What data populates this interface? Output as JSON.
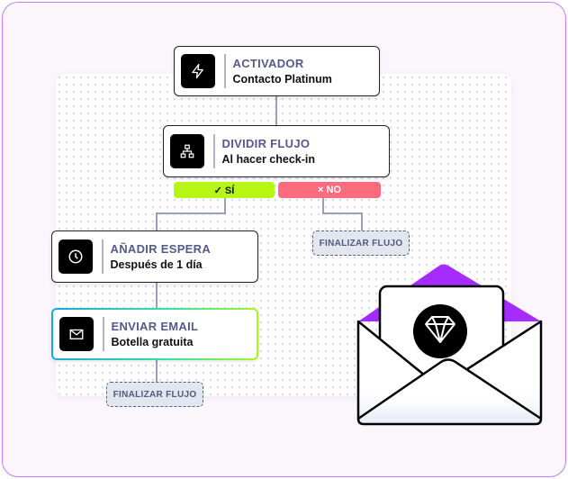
{
  "nodes": {
    "trigger": {
      "title": "ACTIVADOR",
      "subtitle": "Contacto Platinum",
      "icon": "lightning-icon"
    },
    "split": {
      "title": "DIVIDIR FLUJO",
      "subtitle": "Al hacer check-in",
      "icon": "hierarchy-icon"
    },
    "wait": {
      "title": "AÑADIR ESPERA",
      "subtitle": "Después de 1 día",
      "icon": "clock-icon"
    },
    "email": {
      "title": "ENVIAR EMAIL",
      "subtitle": "Botella gratuita",
      "icon": "mail-icon"
    }
  },
  "branches": {
    "yes": "✓ SÍ",
    "no": "× NO",
    "yes_color": "#b6f514",
    "no_color": "#fb6b7d"
  },
  "end_label": "FINALIZAR FLUJO",
  "colors": {
    "accent": "#a52bff",
    "title": "#545a8a"
  }
}
